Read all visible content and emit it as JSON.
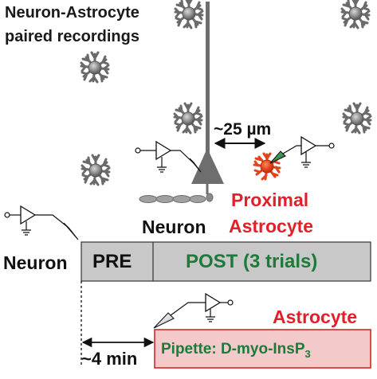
{
  "title": {
    "line1": "Neuron-Astrocyte",
    "line2": "paired recordings"
  },
  "distance_label": "~25 µm",
  "neuron_label": "Neuron",
  "astrocyte_label": {
    "line1": "Proximal",
    "line2": "Astrocyte"
  },
  "timeline": {
    "row_label": "Neuron",
    "pre_label": "PRE",
    "post_label": "POST (3 trials)",
    "astrocyte_row_label": "Astrocyte",
    "delay_label": "~4 min",
    "pipette_label": "Pipette: D-myo-InsP",
    "pipette_subscript": "3"
  },
  "colors": {
    "astrocyte_red": "#e0202a",
    "post_green": "#1e7a3a",
    "bar_gray": "#c8c8c8",
    "pipette_box_pink": "#f4c9c9",
    "neuron_gray": "#6e6e6e"
  },
  "icons": {
    "astrocyte": "gray-star-cell-icon",
    "neuron": "pyramidal-neuron-icon",
    "amplifier": "amplifier-electrode-icon"
  }
}
